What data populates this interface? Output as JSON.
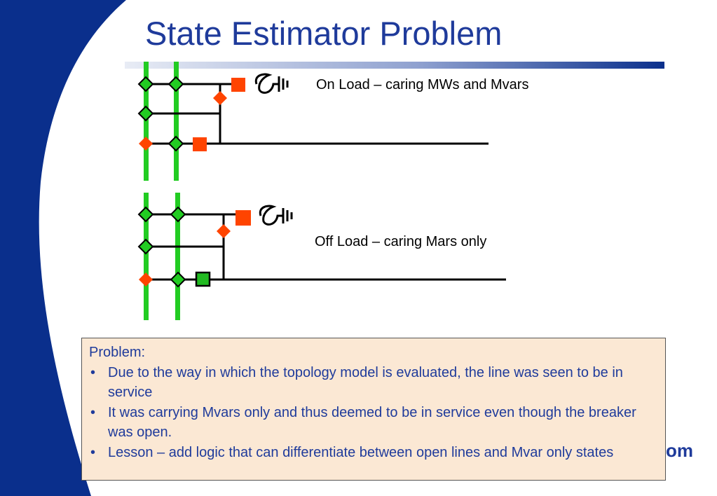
{
  "slide": {
    "title": "State Estimator Problem",
    "partial_logo_text": "om"
  },
  "diagram": {
    "top_label": "On Load – caring MWs and Mvars",
    "bottom_label": "Off Load – caring Mars only"
  },
  "note": {
    "heading": "Problem:",
    "bullets": [
      "Due to the way in which the topology model is evaluated, the line was seen to be in service",
      "It was carrying Mvars only and thus deemed to be in service even though the breaker was open.",
      "Lesson – add logic that can differentiate between open lines and Mvar only states"
    ]
  },
  "colors": {
    "title": "#1f3b9b",
    "bus": "#22cc22",
    "closed_device": "#ff4400",
    "open_device": "#22bb22",
    "note_background": "#fbe8d4",
    "swoosh": "#0a2f8c"
  }
}
